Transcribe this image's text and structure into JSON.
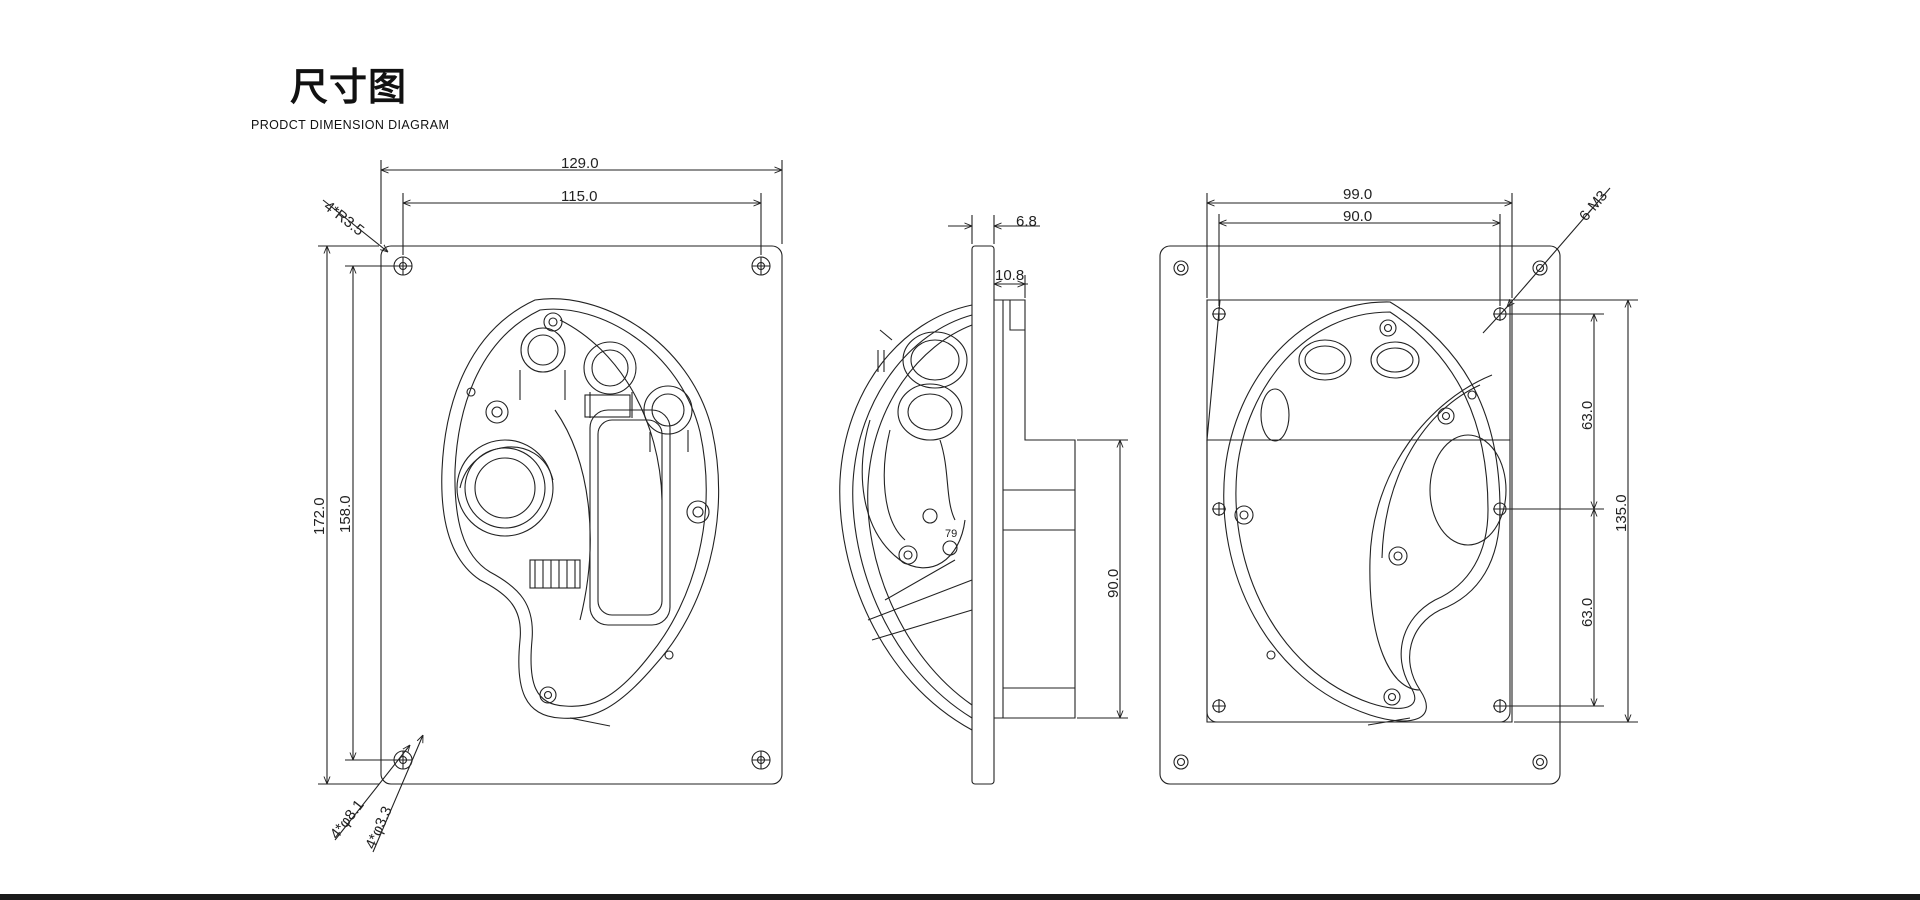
{
  "header": {
    "title": "尺寸图",
    "subtitle": "PRODCT DIMENSION DIAGRAM"
  },
  "front_view": {
    "width_outer": "129.0",
    "width_holes": "115.0",
    "height_outer": "172.0",
    "height_holes": "158.0",
    "corner_radius": "4*R3.5",
    "hole_outer": "4*φ8.1",
    "hole_inner": "4*φ3.3"
  },
  "side_view": {
    "flange_thickness": "6.8",
    "offset": "10.8",
    "depth": "90.0",
    "small_label": "79"
  },
  "rear_view": {
    "width_outer": "99.0",
    "width_holes": "90.0",
    "thread_holes": "6-M3",
    "pitch_upper": "63.0",
    "pitch_lower": "63.0",
    "height_total": "135.0"
  },
  "colors": {
    "line": "#222222",
    "background": "#ffffff",
    "bar": "#1a1a1a"
  }
}
